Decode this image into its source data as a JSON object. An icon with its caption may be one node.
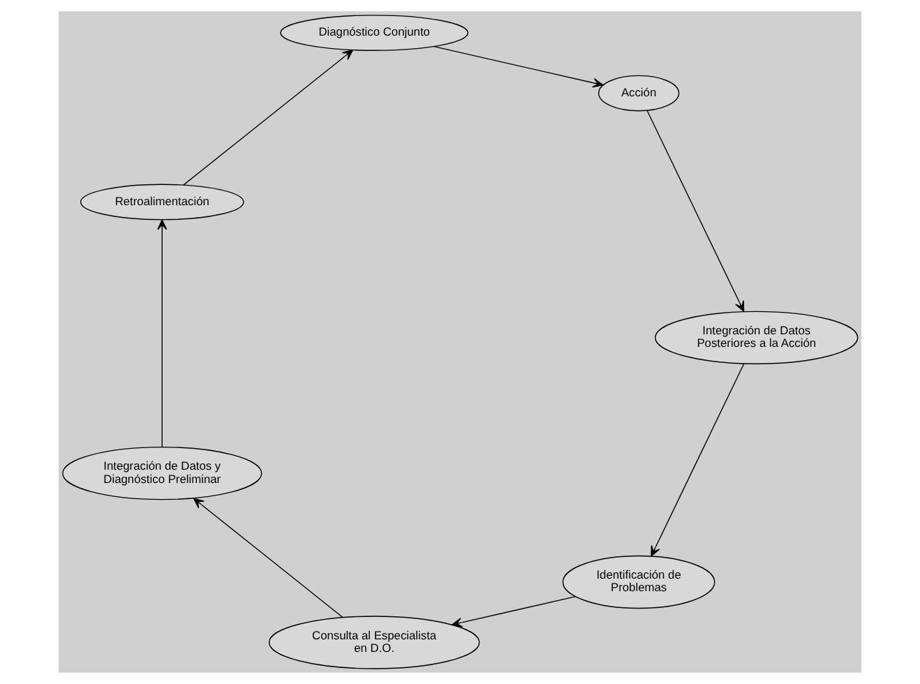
{
  "diagram": {
    "nodes": [
      {
        "text": [
          "Identificación de Problemas"
        ]
      },
      {
        "text": [
          "Consulta al Especialista en D.O."
        ]
      },
      {
        "text": [
          "Integración de Datos y Diagnóstico Preliminar"
        ]
      },
      {
        "text": [
          "Retroalimentación"
        ]
      },
      {
        "text": [
          "Diagnóstico Conjunto"
        ]
      },
      {
        "text": [
          "Acción"
        ]
      },
      {
        "text": [
          "Integración de Datos Posteriores a la Acción"
        ]
      }
    ],
    "edges": [
      {
        "from": 0,
        "to": 1,
        "arrow": "to"
      },
      {
        "from": 1,
        "to": 2,
        "arrow": "to"
      },
      {
        "from": 2,
        "to": 3,
        "arrow": "to"
      },
      {
        "from": 3,
        "to": 4,
        "arrow": "to"
      },
      {
        "from": 4,
        "to": 5,
        "arrow": "to"
      },
      {
        "from": 5,
        "to": 6,
        "arrow": "to"
      },
      {
        "from": 6,
        "to": 0,
        "arrow": "to"
      }
    ]
  }
}
